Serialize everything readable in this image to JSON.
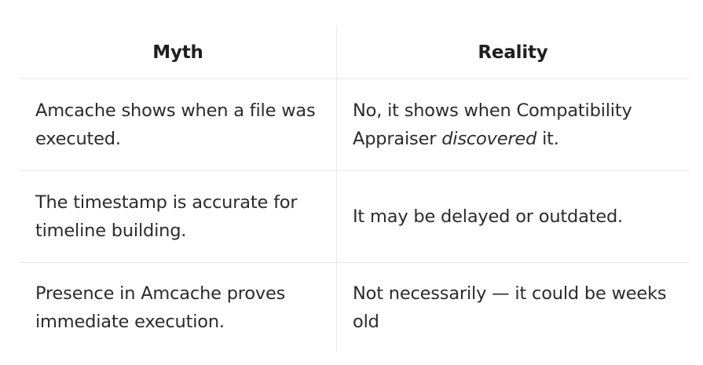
{
  "table": {
    "headers": {
      "myth": "Myth",
      "reality": "Reality"
    },
    "rows": [
      {
        "myth": "Amcache shows when a file was executed.",
        "reality_before": "No, it shows when Compatibility Appraiser ",
        "reality_emphasis": "discovered",
        "reality_after": " it."
      },
      {
        "myth": "The timestamp is accurate for timeline building.",
        "reality_before": "It may be delayed or outdated.",
        "reality_emphasis": "",
        "reality_after": ""
      },
      {
        "myth": "Presence in Amcache proves immediate execution.",
        "reality_before": "Not necessarily — it could be weeks old",
        "reality_emphasis": "",
        "reality_after": ""
      }
    ]
  }
}
